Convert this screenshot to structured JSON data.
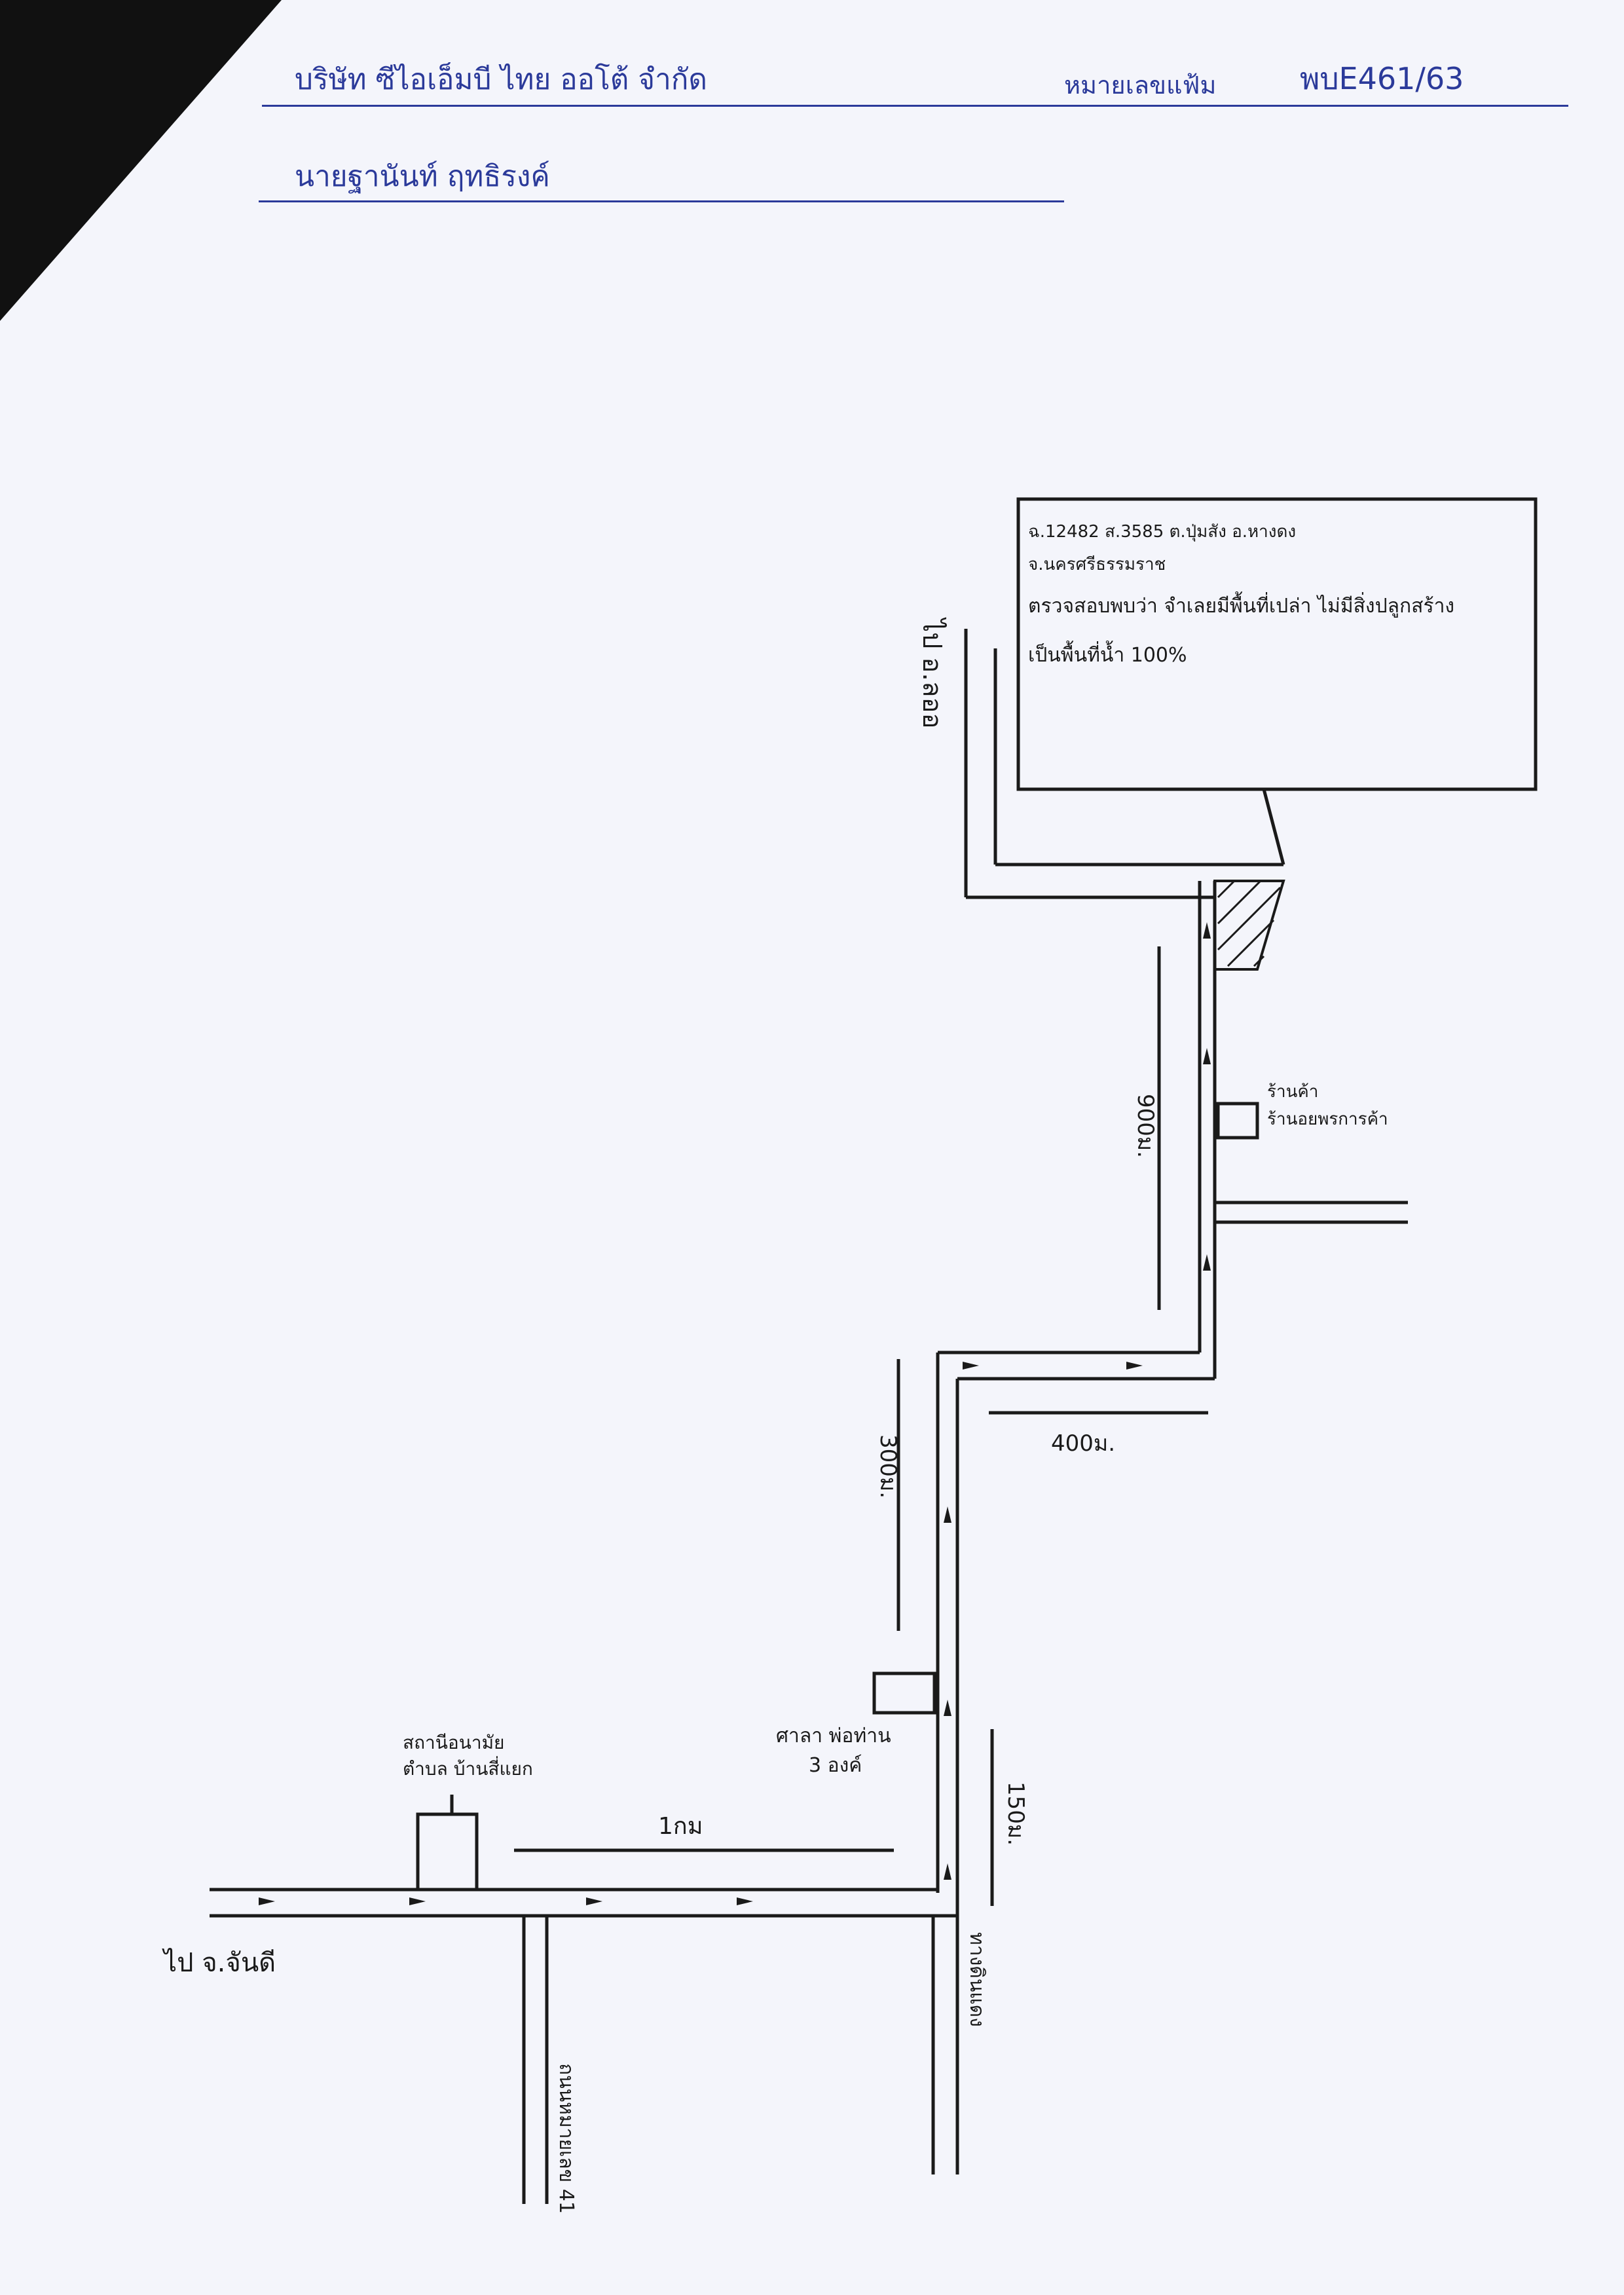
{
  "header": {
    "company": "บริษัท ซีไอเอ็มบี ไทย ออโต้ จำกัด",
    "case_label": "หมายเลขแฟ้ม",
    "case_number": "พบE461/63",
    "person": "นายฐานันท์ ฤทธิรงค์"
  },
  "land_box": {
    "line1": "ฉ.12482 ส.3585 ต.ปุ่มสัง อ.หางดง",
    "line2": "จ.นครศรีธรรมราช",
    "line3": "ตรวจสอบพบว่า จำเลยมีพื้นที่เปล่า ไม่มีสิ่งปลูกสร้าง",
    "line4": "เป็นพื้นที่น้ำ 100%"
  },
  "map": {
    "to_district": "ไป อ.ลออ",
    "to_province": "ไป จ.จันดี",
    "health_center_1": "สถานีอนามัย",
    "health_center_2": "ตำบล บ้านสี่แยก",
    "sala_1": "ศาลา พ่อท่าน",
    "sala_2": "3 องค์",
    "shop_1": "ร้านค้า",
    "shop_2": "ร้านอยพรการค้า",
    "dist_1km": "1กม",
    "dist_150": "150ม.",
    "dist_300": "300ม.",
    "dist_400": "400ม.",
    "dist_900": "900ม.",
    "road_east": "ทางดินแดง",
    "road_west": "ถนนหมายเลข 41"
  },
  "colors": {
    "ink": "#1a1a1a",
    "pen": "#2b3a9a",
    "paper": "#f4f5fb"
  }
}
